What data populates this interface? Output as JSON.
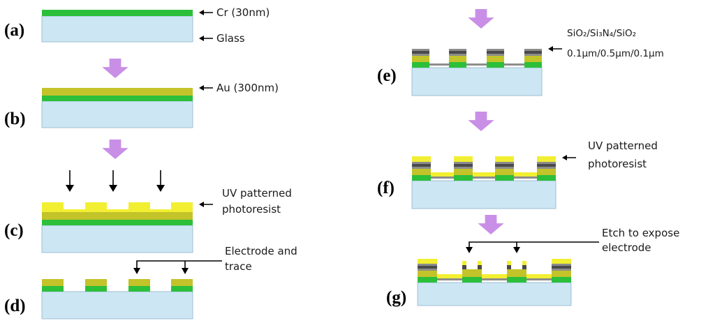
{
  "steps": {
    "a": "(a)",
    "b": "(b)",
    "c": "(c)",
    "d": "(d)",
    "e": "(e)",
    "f": "(f)",
    "g": "(g)"
  },
  "labels": {
    "cr": "Cr (30nm)",
    "glass": "Glass",
    "au": "Au (300nm)",
    "photoresist_c_line1": "UV patterned",
    "photoresist_c_line2": "photoresist",
    "electrode_line1": "Electrode and",
    "electrode_line2": "trace",
    "stack_line1": "SiO₂/Si₃N₄/SiO₂",
    "stack_line2": "0.1μm/0.5μm/0.1μm",
    "photoresist_f_line1": "UV patterned",
    "photoresist_f_line2": "photoresist",
    "etch_line1": "Etch to expose",
    "etch_line2": "electrode"
  },
  "colors": {
    "glass": "#cce6f4",
    "chromium": "#2cbf3a",
    "gold": "#c3c32a",
    "photoresist": "#f2ef32",
    "insulator": "#8c8c8c",
    "flow_arrow": "#c98fe6"
  }
}
